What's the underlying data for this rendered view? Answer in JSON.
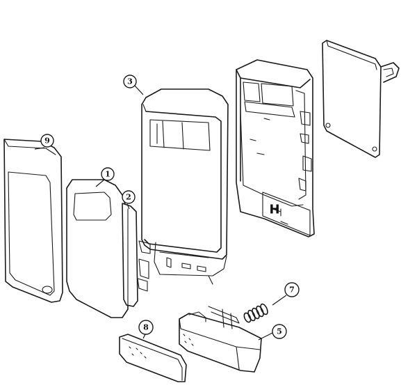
{
  "diagram": {
    "callouts": [
      {
        "id": "c9",
        "label": "9"
      },
      {
        "id": "c3",
        "label": "3"
      },
      {
        "id": "c1",
        "label": "1"
      },
      {
        "id": "c2",
        "label": "2"
      },
      {
        "id": "c7",
        "label": "7"
      },
      {
        "id": "c8",
        "label": "8"
      },
      {
        "id": "c5",
        "label": "5"
      }
    ],
    "board_letter": "H"
  }
}
